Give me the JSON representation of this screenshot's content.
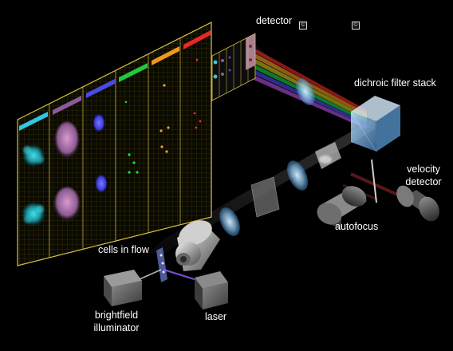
{
  "labels": {
    "detector": "detector",
    "dichroic": "dichroic filter stack",
    "velocity_line1": "velocity",
    "velocity_line2": "detector",
    "autofocus": "autofocus",
    "cells": "cells in flow",
    "brightfield_line1": "brightfield",
    "brightfield_line2": "illuminator",
    "laser": "laser"
  },
  "icons": [
    "copyright-icon",
    "copyright-icon"
  ],
  "colors": {
    "background": "#000000",
    "grid": "#d8c040",
    "channel_bars": [
      "#2ec8e0",
      "#8a5a9a",
      "#4a4ae8",
      "#22c840",
      "#f0961e",
      "#e82828"
    ],
    "lens": "#8ec8f0",
    "housing": "#9a9a9a"
  }
}
